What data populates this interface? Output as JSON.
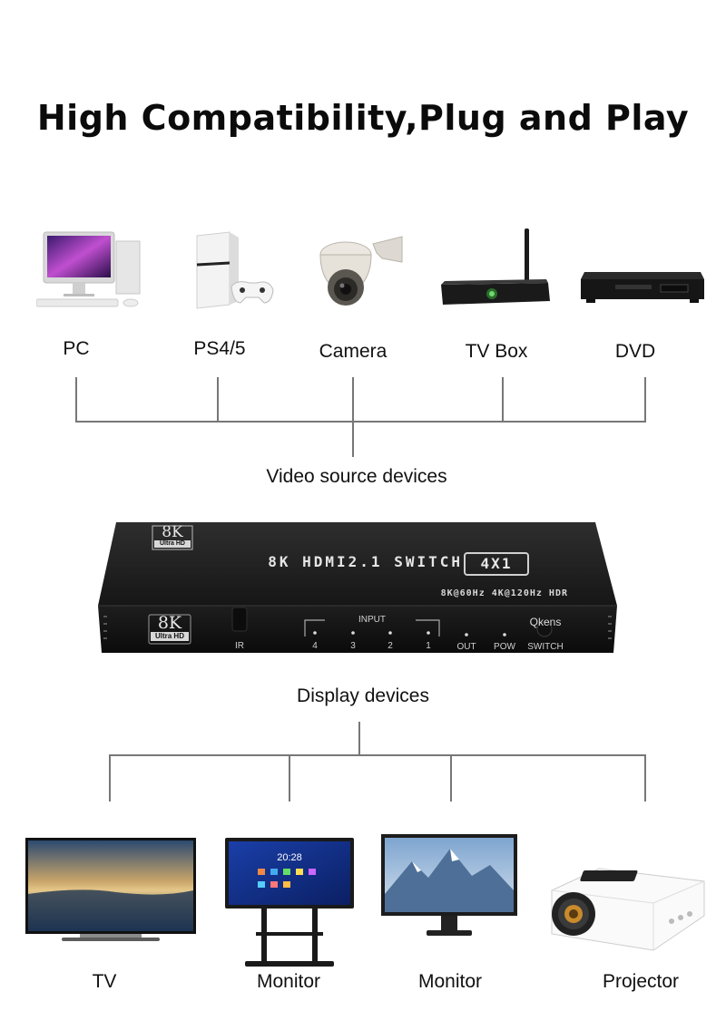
{
  "title": "High Compatibility,Plug and Play",
  "sources": {
    "items": [
      {
        "label": "PC",
        "icon": "pc-icon"
      },
      {
        "label": "PS4/5",
        "icon": "game-console-icon"
      },
      {
        "label": "Camera",
        "icon": "camera-icon"
      },
      {
        "label": "TV Box",
        "icon": "tv-box-icon"
      },
      {
        "label": "DVD",
        "icon": "dvd-player-icon"
      }
    ],
    "caption": "Video source devices"
  },
  "switch": {
    "badge_top": "8K",
    "badge_top_sub": "Ultra HD",
    "model": "8K HDMI2.1 SWITCH",
    "ports": "4X1",
    "spec": "8K@60Hz 4K@120Hz HDR",
    "badge_front": "8K",
    "badge_front_sub": "Ultra HD",
    "ir": "IR",
    "input_label": "INPUT",
    "inputs": [
      "4",
      "3",
      "2",
      "1"
    ],
    "out": "OUT",
    "pow": "POW",
    "switch_label": "SWITCH",
    "brand": "Qkens"
  },
  "displays": {
    "caption": "Display devices",
    "items": [
      {
        "label": "TV",
        "icon": "tv-icon"
      },
      {
        "label": "Monitor",
        "icon": "smart-board-icon"
      },
      {
        "label": "Monitor",
        "icon": "monitor-icon"
      },
      {
        "label": "Projector",
        "icon": "projector-icon"
      }
    ],
    "screen_time": "20:28"
  }
}
